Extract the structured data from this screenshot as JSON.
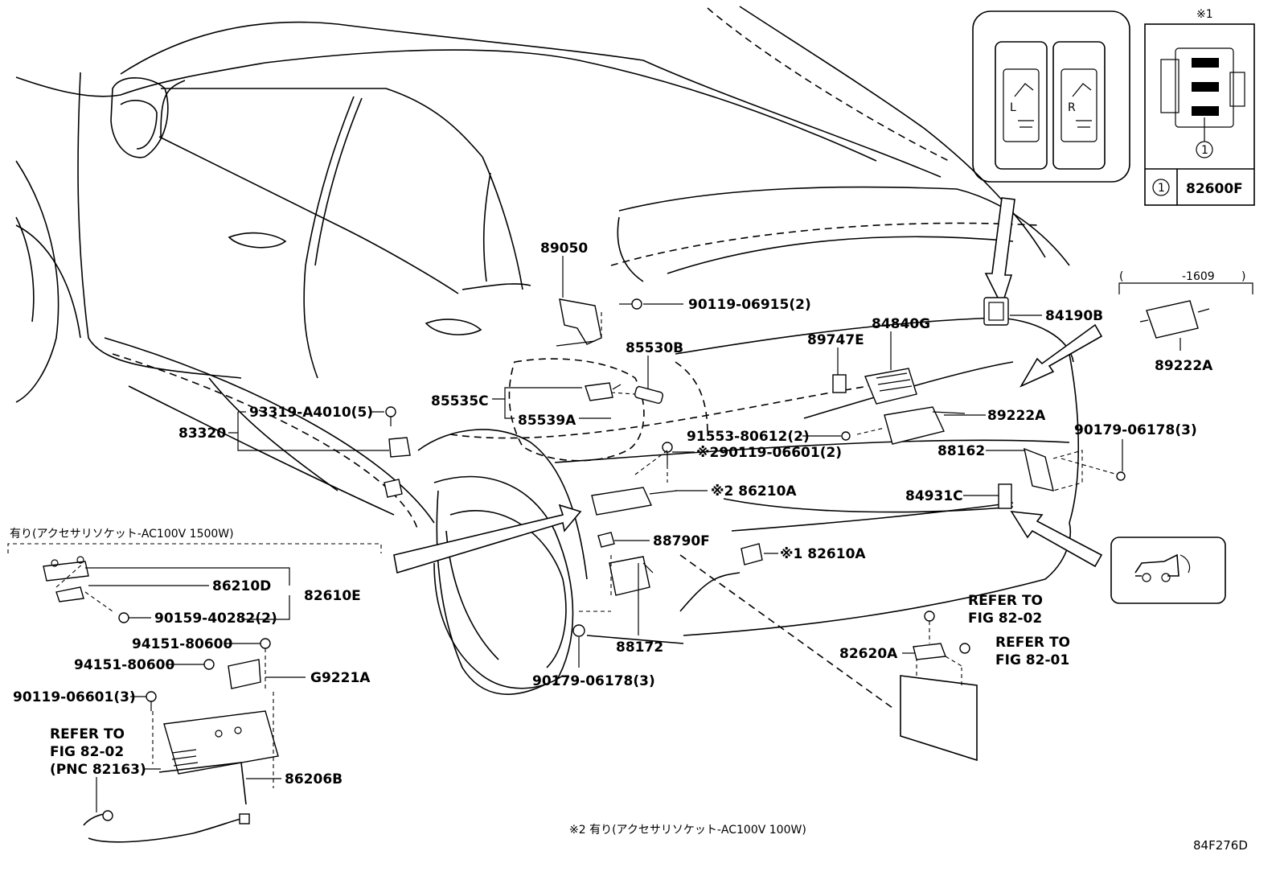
{
  "figure_code": "84F276D",
  "note_bottom": "※2 有り(アクセサリソケット-AC100V 100W)",
  "note_left_header": "有り(アクセサリソケット-AC100V 1500W)",
  "inset": {
    "mark": "※1",
    "circle": "1",
    "part": "82600F"
  },
  "bracket_date": "-1609",
  "button_inset": {
    "left_letter": "L",
    "right_letter": "R"
  },
  "labels": {
    "p89050": "89050",
    "p90119_06915": "90119-06915(2)",
    "p85530B": "85530B",
    "p85535C": "85535C",
    "p85539A": "85539A",
    "p93319": "93319-A4010(5)",
    "p83320": "83320",
    "p89747E": "89747E",
    "p84840G": "84840G",
    "p84190B": "84190B",
    "p89222A_top": "89222A",
    "p89222A_mid": "89222A",
    "p91553": "91553-80612(2)",
    "p90179_right": "90179-06178(3)",
    "p88162": "88162",
    "p90119_06601_2": "※290119-06601(2)",
    "p86210A": "※2 86210A",
    "p84931C": "84931C",
    "p88790F": "88790F",
    "p82610A": "※1 82610A",
    "p86210D": "86210D",
    "p82610E": "82610E",
    "p90159": "90159-40282(2)",
    "p94151_a": "94151-80600",
    "p94151_b": "94151-80600",
    "pG9221A": "G9221A",
    "p90119_06601_3": "90119-06601(3)",
    "refer_82_02_a": "REFER TO",
    "refer_82_02_b": "FIG 82-02",
    "refer_82_02_c": "(PNC 82163)",
    "p86206B": "86206B",
    "p88172": "88172",
    "p90179_bottom": "90179-06178(3)",
    "p82620A": "82620A",
    "refer_r1a": "REFER TO",
    "refer_r1b": "FIG 82-02",
    "refer_r2a": "REFER TO",
    "refer_r2b": "FIG 82-01"
  }
}
